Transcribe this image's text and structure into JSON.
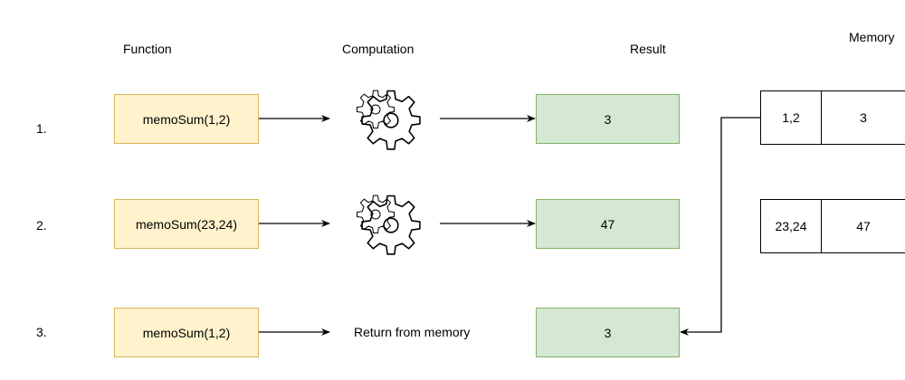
{
  "headers": {
    "function": "Function",
    "computation": "Computation",
    "result": "Result",
    "memory": "Memory"
  },
  "rows": [
    {
      "number": "1.",
      "call": "memoSum(1,2)",
      "result": "3",
      "computation": "gear"
    },
    {
      "number": "2.",
      "call": "memoSum(23,24)",
      "result": "47",
      "computation": "gear"
    },
    {
      "number": "3.",
      "call": "memoSum(1,2)",
      "result": "3",
      "computation_text": "Return from memory"
    }
  ],
  "memory": [
    {
      "key": "1,2",
      "value": "3"
    },
    {
      "key": "23,24",
      "value": "47"
    }
  ],
  "colors": {
    "function_fill": "#fff2cc",
    "function_border": "#d6b656",
    "result_fill": "#d5e8d4",
    "result_border": "#82b366"
  }
}
